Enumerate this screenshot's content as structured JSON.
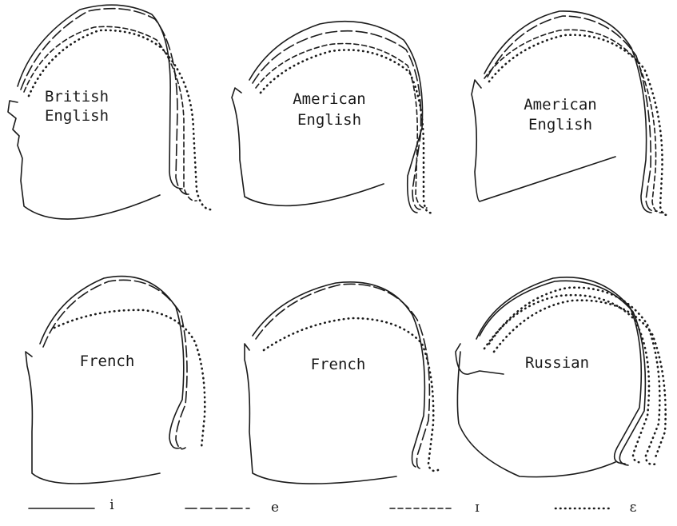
{
  "panels": [
    {
      "label_lines": [
        "British",
        "English"
      ]
    },
    {
      "label_lines": [
        "American",
        "English"
      ]
    },
    {
      "label_lines": [
        "American",
        "English"
      ]
    },
    {
      "label_lines": [
        "French"
      ]
    },
    {
      "label_lines": [
        "French"
      ]
    },
    {
      "label_lines": [
        "Russian"
      ]
    }
  ],
  "legend": [
    {
      "symbol": "i",
      "line_style": "solid"
    },
    {
      "symbol": "e",
      "line_style": "long-dashed"
    },
    {
      "symbol": "ɪ",
      "line_style": "short-dashed"
    },
    {
      "symbol": "ɛ",
      "line_style": "dotted"
    }
  ]
}
